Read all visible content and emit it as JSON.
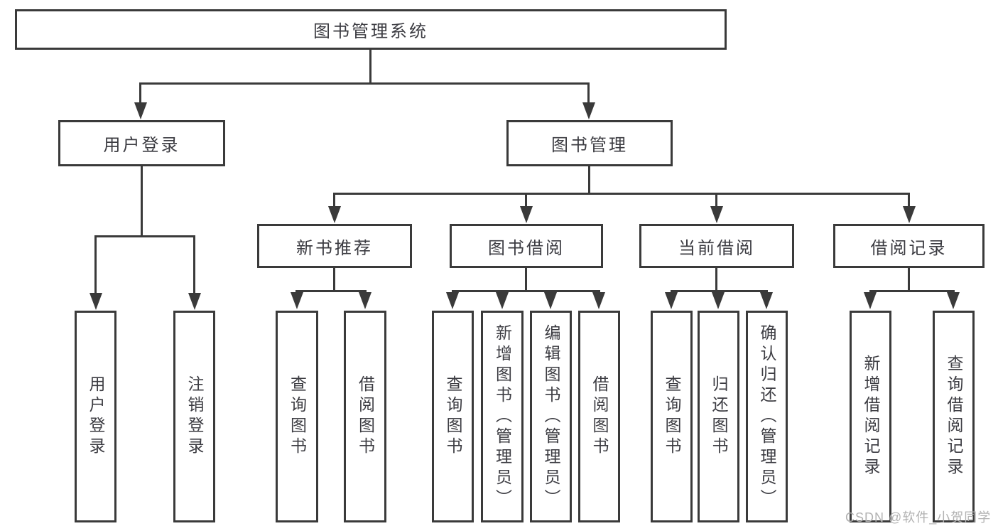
{
  "nodes": {
    "root": {
      "label": "图书管理系统"
    },
    "level2": [
      {
        "label": "用户登录"
      },
      {
        "label": "图书管理"
      }
    ],
    "level3": [
      {
        "label": "新书推荐",
        "parent": "图书管理"
      },
      {
        "label": "图书借阅",
        "parent": "图书管理"
      },
      {
        "label": "当前借阅",
        "parent": "图书管理"
      },
      {
        "label": "借阅记录",
        "parent": "图书管理"
      }
    ],
    "leaves": [
      {
        "label": "用户登录",
        "parent": "用户登录"
      },
      {
        "label": "注销登录",
        "parent": "用户登录"
      },
      {
        "label": "查询图书",
        "parent": "新书推荐"
      },
      {
        "label": "借阅图书",
        "parent": "新书推荐"
      },
      {
        "label": "查询图书",
        "parent": "图书借阅"
      },
      {
        "label": "新增图书（管理员）",
        "parent": "图书借阅"
      },
      {
        "label": "编辑图书（管理员）",
        "parent": "图书借阅"
      },
      {
        "label": "借阅图书",
        "parent": "图书借阅"
      },
      {
        "label": "查询图书",
        "parent": "当前借阅"
      },
      {
        "label": "归还图书",
        "parent": "当前借阅"
      },
      {
        "label": "确认归还（管理员）",
        "parent": "当前借阅"
      },
      {
        "label": "新增借阅记录",
        "parent": "借阅记录"
      },
      {
        "label": "查询借阅记录",
        "parent": "借阅记录"
      }
    ]
  },
  "watermark": {
    "text": "CSDN @软件_小贺同学"
  },
  "colors": {
    "line": "#3a3a3a",
    "text": "#3c3c42",
    "watermark": "#b2b2b2",
    "background": "#ffffff"
  }
}
